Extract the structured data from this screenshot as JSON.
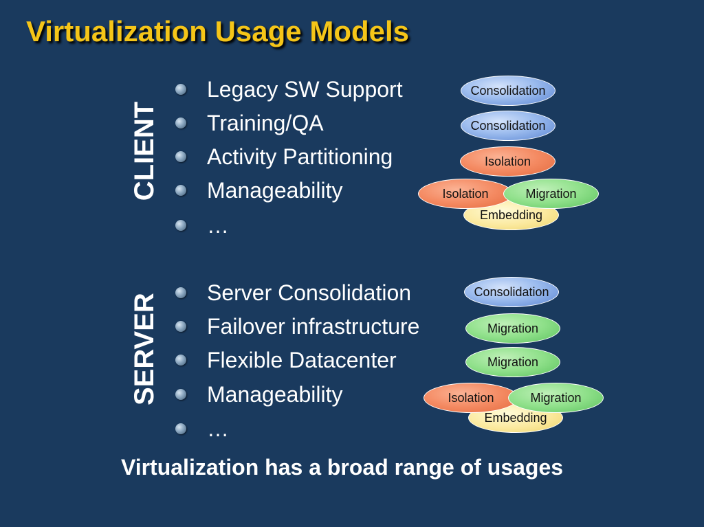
{
  "title": "Virtualization Usage Models",
  "client": {
    "label": "CLIENT",
    "items": [
      "Legacy SW Support",
      "Training/QA",
      "Activity Partitioning",
      "Manageability",
      "…"
    ],
    "ovals": {
      "row1": "Consolidation",
      "row2": "Consolidation",
      "row3": "Isolation",
      "row4_left": "Isolation",
      "row4_right": "Migration",
      "row4_bottom": "Embedding"
    }
  },
  "server": {
    "label": "SERVER",
    "items": [
      "Server Consolidation",
      "Failover infrastructure",
      "Flexible Datacenter",
      "Manageability",
      "…"
    ],
    "ovals": {
      "row1": "Consolidation",
      "row2": "Migration",
      "row3": "Migration",
      "row4_left": "Isolation",
      "row4_right": "Migration",
      "row4_bottom": "Embedding"
    }
  },
  "footer": "Virtualization has a broad range of usages",
  "colors": {
    "background": "#1a3a5e",
    "title": "#f5c518",
    "consolidation": "#9cbcee",
    "isolation": "#f48a62",
    "migration": "#8fe08a",
    "embedding": "#fbe99e"
  }
}
